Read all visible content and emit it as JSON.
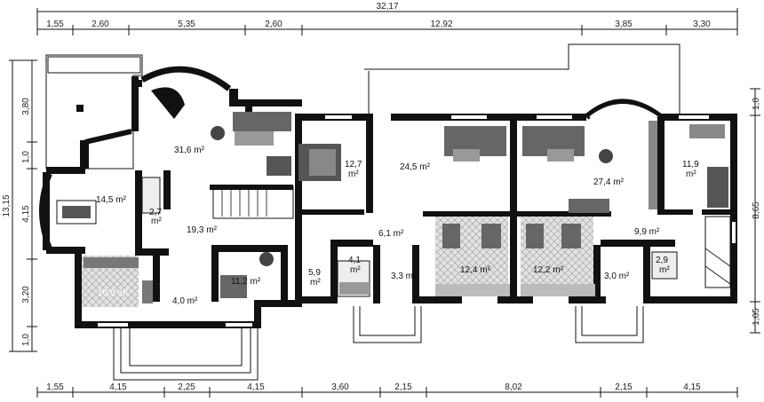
{
  "dimensions": {
    "total_width": "32,17",
    "top": [
      "1,55",
      "2,60",
      "5,35",
      "2,60",
      "12,92",
      "3,85",
      "3,30"
    ],
    "bottom": [
      "1,55",
      "4,15",
      "2,25",
      "4,15",
      "3,60",
      "2,15",
      "8,02",
      "2,15",
      "4,15"
    ],
    "left_total": "13,15",
    "left": [
      "3,80",
      "1,0",
      "4,15",
      "3,20",
      "1,0"
    ],
    "right": [
      "1,0",
      "8,65",
      "1,05"
    ]
  },
  "rooms": [
    {
      "id": "living-left",
      "area": "31,6 m²"
    },
    {
      "id": "dining-left",
      "area": "14,5 m²"
    },
    {
      "id": "wc-left",
      "area_top": "2,7",
      "area_bot": "m²"
    },
    {
      "id": "hall-left",
      "area": "19,3 m²"
    },
    {
      "id": "kitchen-left",
      "area": "10,0 m²"
    },
    {
      "id": "vest-left",
      "area": "4,0 m²"
    },
    {
      "id": "office-left",
      "area": "11,2 m²"
    },
    {
      "id": "boiler",
      "area_top": "5,9",
      "area_bot": "m²"
    },
    {
      "id": "bath-mid",
      "area_top": "4,1",
      "area_bot": "m²"
    },
    {
      "id": "hall-mid",
      "area": "6,1 m²"
    },
    {
      "id": "vest-mid",
      "area": "3,3 m²"
    },
    {
      "id": "bedroom-mid",
      "area_top": "12,7",
      "area_bot": "m²"
    },
    {
      "id": "living-mid",
      "area": "24,5 m²"
    },
    {
      "id": "kitchen-mid",
      "area": "12,4 m²"
    },
    {
      "id": "kitchen-right",
      "area": "12,2 m²"
    },
    {
      "id": "living-right",
      "area": "27,4 m²"
    },
    {
      "id": "bedroom-right",
      "area_top": "11,9",
      "area_bot": "m²"
    },
    {
      "id": "hall-right",
      "area": "9,9 m²"
    },
    {
      "id": "vest-right",
      "area": "3,0 m²"
    },
    {
      "id": "wc-right",
      "area_top": "2,9",
      "area_bot": "m²"
    }
  ]
}
